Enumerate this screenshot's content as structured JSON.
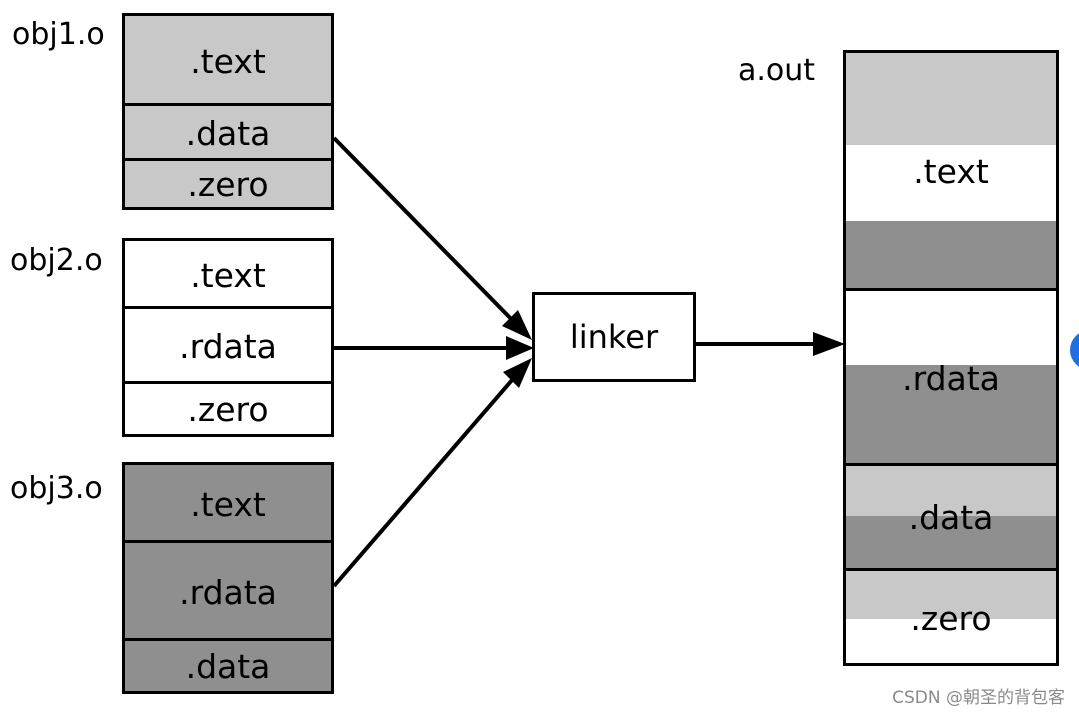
{
  "objects": [
    {
      "name": "obj1.o",
      "sections": [
        ".text",
        ".data",
        ".zero"
      ]
    },
    {
      "name": "obj2.o",
      "sections": [
        ".text",
        ".rdata",
        ".zero"
      ]
    },
    {
      "name": "obj3.o",
      "sections": [
        ".text",
        ".rdata",
        ".data"
      ]
    }
  ],
  "linker": {
    "label": "linker"
  },
  "output": {
    "name": "a.out",
    "sections": [
      ".text",
      ".rdata",
      ".data",
      ".zero"
    ]
  },
  "colors": {
    "obj1": "#c8c8c8",
    "obj2": "#ffffff",
    "obj3": "#8f8f8f"
  },
  "watermark": "CSDN @朝圣的背包客"
}
